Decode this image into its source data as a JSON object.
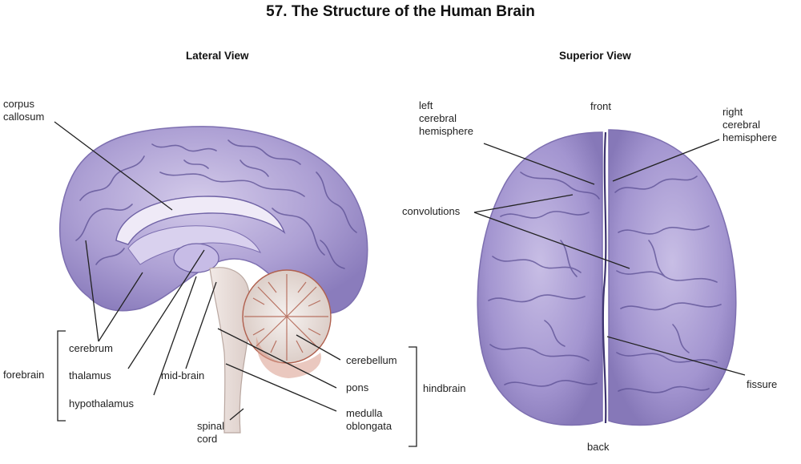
{
  "title": "57.  The Structure of the Human Brain",
  "lateral_view": {
    "title": "Lateral View",
    "labels": {
      "corpus_callosum": "corpus\ncallosum",
      "cerebrum": "cerebrum",
      "thalamus": "thalamus",
      "hypothalamus": "hypothalamus",
      "mid_brain": "mid-brain",
      "spinal_cord": "spinal\ncord",
      "cerebellum": "cerebellum",
      "pons": "pons",
      "medulla_oblongata": "medulla\noblongata",
      "forebrain": "forebrain",
      "hindbrain": "hindbrain"
    }
  },
  "superior_view": {
    "title": "Superior View",
    "labels": {
      "front": "front",
      "back": "back",
      "left_hemisphere": "left\ncerebral\nhemisphere",
      "right_hemisphere": "right\ncerebral\nhemisphere",
      "convolutions": "convolutions",
      "fissure": "fissure"
    }
  },
  "colors": {
    "brain_fill": "#a89bd0",
    "brain_light": "#d8d0ec",
    "sulcus": "#5b4f93",
    "cerebellum_fill": "#ece7e4",
    "cerebellum_vein": "#b0604e",
    "spinal_fill": "#ede3df",
    "leader_line": "#222222"
  }
}
